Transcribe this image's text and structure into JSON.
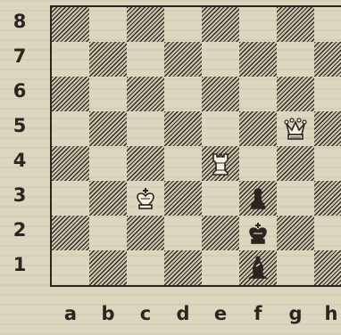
{
  "board": {
    "files": [
      "a",
      "b",
      "c",
      "d",
      "e",
      "f",
      "g",
      "h"
    ],
    "ranks": [
      "8",
      "7",
      "6",
      "5",
      "4",
      "3",
      "2",
      "1"
    ],
    "pieces": [
      {
        "square": "g5",
        "piece": "queen",
        "color": "white",
        "icon": "white-queen-icon"
      },
      {
        "square": "e4",
        "piece": "rook",
        "color": "white",
        "icon": "white-rook-icon"
      },
      {
        "square": "c3",
        "piece": "king",
        "color": "white",
        "icon": "white-king-icon"
      },
      {
        "square": "f3",
        "piece": "pawn",
        "color": "black",
        "icon": "black-pawn-icon"
      },
      {
        "square": "f2",
        "piece": "king",
        "color": "black",
        "icon": "black-king-icon"
      },
      {
        "square": "f1",
        "piece": "bishop",
        "color": "black",
        "icon": "black-bishop-icon"
      }
    ],
    "colors": {
      "paper": "#ddd6be",
      "ink": "#2a2521"
    }
  }
}
